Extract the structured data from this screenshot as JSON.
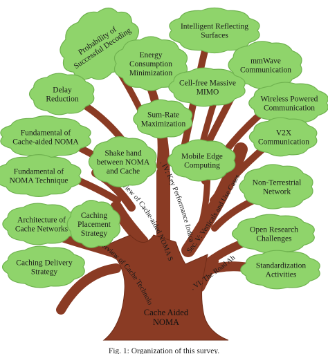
{
  "colors": {
    "trunk": "#8a3b24",
    "trunk_dark": "#6e2c18",
    "leaf": "#8fd46b",
    "leaf_edge": "#6fb24f",
    "text": "#1a1a1a"
  },
  "root_label": [
    "Cache Aided",
    "NOMA"
  ],
  "caption": "Fig. 1: Organization of this survey.",
  "branches": [
    {
      "id": "sec2",
      "text": "Sec. II: Overview of Cache Technology"
    },
    {
      "id": "sec3",
      "text": "Sec. III:Overview of Cache-aided NOMA Systems"
    },
    {
      "id": "sec4",
      "text": "Sec. IV: Key Performance Indicators"
    },
    {
      "id": "sec5",
      "text": "Sec. V: Verticals and Use Cases"
    },
    {
      "id": "sec6",
      "text": "Sec. VI: The Road Ahead"
    }
  ],
  "leaves": [
    {
      "id": "probability",
      "lines": [
        "Probability of",
        "Successful Decoding"
      ]
    },
    {
      "id": "irs",
      "lines": [
        "Intelligent Reflecting",
        "Surfaces"
      ]
    },
    {
      "id": "energy",
      "lines": [
        "Energy",
        "Consumption",
        "Minimization"
      ]
    },
    {
      "id": "mmwave",
      "lines": [
        "mmWave",
        "Communication"
      ]
    },
    {
      "id": "delay",
      "lines": [
        "Delay",
        "Reduction"
      ]
    },
    {
      "id": "cellfree",
      "lines": [
        "Cell-free Massive",
        "MIMO"
      ]
    },
    {
      "id": "wpc",
      "lines": [
        "Wireless Powered",
        "Communication"
      ]
    },
    {
      "id": "sumrate",
      "lines": [
        "Sum-Rate",
        "Maximization"
      ]
    },
    {
      "id": "fund-cache",
      "lines": [
        "Fundamental of",
        "Cache-aided NOMA"
      ]
    },
    {
      "id": "v2x",
      "lines": [
        "V2X",
        "Communication"
      ]
    },
    {
      "id": "shake",
      "lines": [
        "Shake hand",
        "between NOMA",
        "and Cache"
      ]
    },
    {
      "id": "mec",
      "lines": [
        "Mobile Edge",
        "Computing"
      ]
    },
    {
      "id": "fund-noma",
      "lines": [
        "Fundamental of",
        "NOMA Technique"
      ]
    },
    {
      "id": "ntn",
      "lines": [
        "Non-Terrestrial",
        "Network"
      ]
    },
    {
      "id": "architecture",
      "lines": [
        "Architecture of",
        "Cache Networks"
      ]
    },
    {
      "id": "placement",
      "lines": [
        "Caching",
        "Placement",
        "Strategy"
      ]
    },
    {
      "id": "open",
      "lines": [
        "Open Research",
        "Challenges"
      ]
    },
    {
      "id": "delivery",
      "lines": [
        "Caching Delivery",
        "Strategy"
      ]
    },
    {
      "id": "standard",
      "lines": [
        "Standardization",
        "Activities"
      ]
    }
  ]
}
